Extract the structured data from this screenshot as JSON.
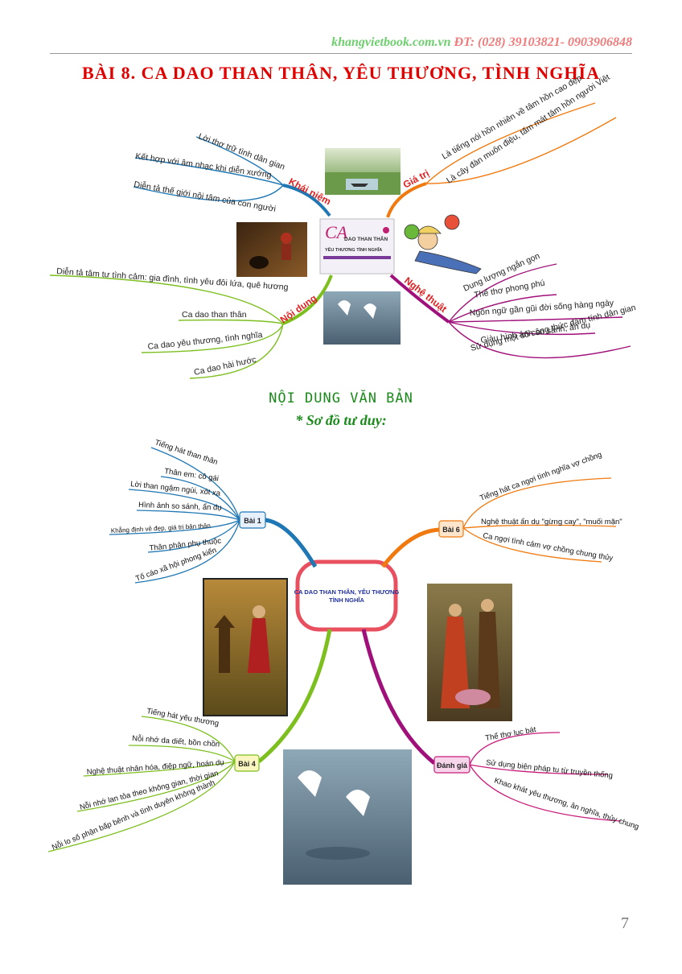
{
  "header": {
    "site": "khangvietbook.com.vn",
    "phone": "ĐT: (028) 39103821- 0903906848"
  },
  "title": "BÀI 8. CA DAO THAN THÂN, YÊU THƯƠNG, TÌNH NGHĨA",
  "map1": {
    "center_book": {
      "line1": "CA",
      "line2": "DAO THAN THÂN",
      "line3": "YÊU THƯƠNG TÌNH NGHĨA"
    },
    "khai_niem": {
      "label": "Khái niệm",
      "items": [
        "Lời thơ trữ tình dân gian",
        "Kết hợp với âm nhạc khi diễn xướng",
        "Diễn tả thế giới nội tâm của con người"
      ]
    },
    "gia_tri": {
      "label": "Giá trị",
      "items": [
        "Là tiếng nói hồn nhiên về tâm hồn cao đẹp",
        "Là cây đàn muôn điệu, tấm mát tâm hồn người Việt"
      ]
    },
    "noi_dung": {
      "label": "Nội dung",
      "items": [
        "Diễn tả tâm tư tình cảm: gia đình, tình yêu đôi lứa, quê hương",
        "Ca dao than thân",
        "Ca dao yêu thương, tình nghĩa",
        "Ca dao hài hước"
      ]
    },
    "nghe_thuat": {
      "label": "Nghệ thuật",
      "items": [
        "Dung lượng ngắn gọn",
        "Thể thơ phong phú",
        "Ngôn ngữ gần gũi đời sống hàng ngày",
        "Giàu hình ảnh so sánh, ẩn dụ",
        "Sử dụng một số công thức đậm tính dân gian"
      ]
    }
  },
  "section_heading": "NỘI DUNG VĂN BẢN",
  "section_sub": "* Sơ đồ tư duy:",
  "map2": {
    "center": {
      "line1": "CA DAO THAN THÂN, YÊU THƯƠNG",
      "line2": "TÌNH NGHĨA"
    },
    "bai1": {
      "label": "Bài 1",
      "items": [
        "Tiếng hát than thân",
        "Thân em: cô gái",
        "Lời than ngậm ngùi, xót xa",
        "Hình ảnh so sánh, ẩn dụ",
        "Khẳng định vẻ đẹp, giá trị bản thân",
        "Thân phận phụ thuộc",
        "Tố cáo xã hội phong kiến"
      ]
    },
    "bai6": {
      "label": "Bài 6",
      "items": [
        "Tiếng hát ca ngợi tình nghĩa vợ chồng",
        "Nghệ thuật ẩn dụ \"gừng cay\", \"muối mặn\"",
        "Ca ngợi tình cảm vợ chồng chung thủy"
      ]
    },
    "bai4": {
      "label": "Bài 4",
      "items": [
        "Tiếng hát yêu thương",
        "Nỗi nhớ da diết, bồn chồn",
        "Nghệ thuật nhân hóa, điệp ngữ, hoán dụ",
        "Nỗi nhớ lan tỏa theo không gian, thời gian",
        "Nỗi lo số phận bấp bênh và tình duyên không thành"
      ]
    },
    "danh_gia": {
      "label": "Đánh giá",
      "items": [
        "Thể thơ lục bát",
        "Sử dụng biện pháp tu từ truyền thống",
        "Khao khát yêu thương, ân nghĩa, thủy chung"
      ]
    }
  },
  "page_number": "7",
  "colors": {
    "blue": "#1f77b4",
    "orange": "#f07a10",
    "green": "#7cbf1e",
    "purple": "#a0107a",
    "pink": "#c81c7a",
    "title_red": "#e00000",
    "section_green": "#1a8a1a"
  }
}
